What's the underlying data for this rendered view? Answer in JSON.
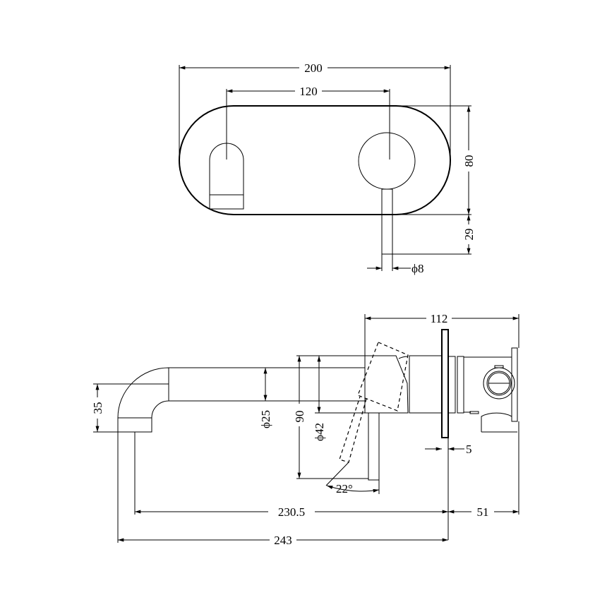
{
  "drawing": {
    "front_view": {
      "dimensions": {
        "plate_width": "200",
        "spout_to_handle": "120",
        "plate_height": "80",
        "handle_drop": "29",
        "handle_diameter": "ϕ8"
      }
    },
    "side_view": {
      "dimensions": {
        "body_depth": "112",
        "outlet_height": "35",
        "spout_diameter": "ϕ25",
        "handle_length": "90",
        "body_diameter": "ϕ42",
        "plate_thickness": "5",
        "handle_angle": "22°",
        "spout_reach": "230.5",
        "wall_depth": "51",
        "overall_length": "243"
      }
    }
  }
}
